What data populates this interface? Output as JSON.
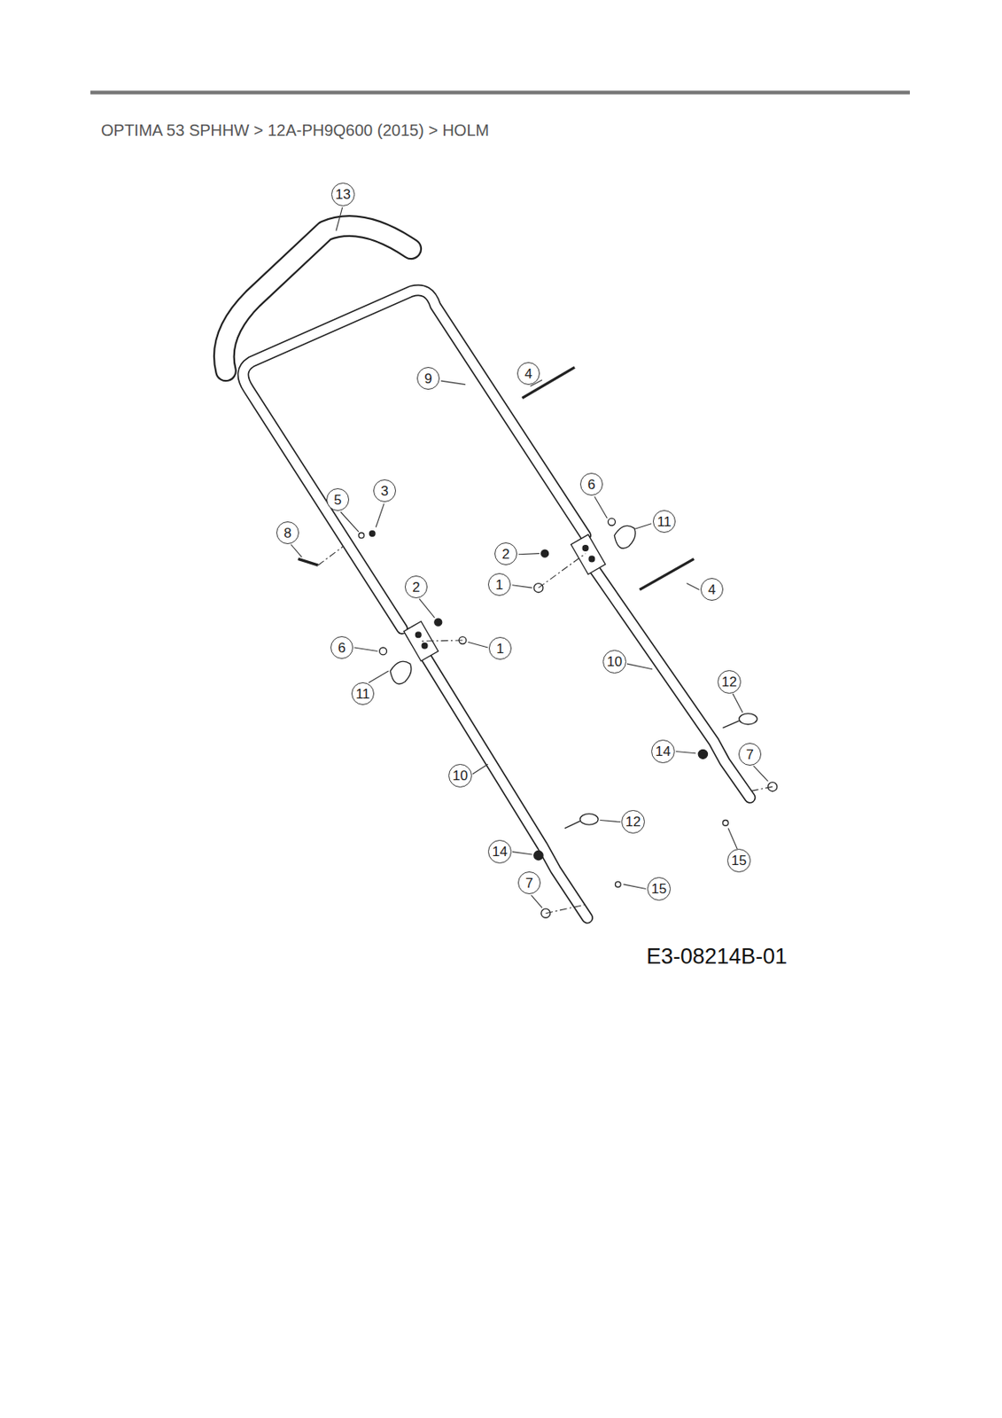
{
  "diagram": {
    "title": "OPTIMA 53 SPHHW  >  12A-PH9Q600 (2015)  >  HOLM",
    "nodes": [
      {
        "text": [
          "13"
        ]
      },
      {
        "text": [
          "4"
        ]
      },
      {
        "text": [
          "9"
        ]
      },
      {
        "text": [
          "6"
        ]
      },
      {
        "text": [
          "3"
        ]
      },
      {
        "text": [
          "5"
        ]
      },
      {
        "text": [
          "11"
        ]
      },
      {
        "text": [
          "8"
        ]
      },
      {
        "text": [
          "2"
        ]
      },
      {
        "text": [
          "1"
        ]
      },
      {
        "text": [
          "2"
        ]
      },
      {
        "text": [
          "4"
        ]
      },
      {
        "text": [
          "1"
        ]
      },
      {
        "text": [
          "6"
        ]
      },
      {
        "text": [
          "10"
        ]
      },
      {
        "text": [
          "11"
        ]
      },
      {
        "text": [
          "12"
        ]
      },
      {
        "text": [
          "7"
        ]
      },
      {
        "text": [
          "14"
        ]
      },
      {
        "text": [
          "10"
        ]
      },
      {
        "text": [
          "12"
        ]
      },
      {
        "text": [
          "14"
        ]
      },
      {
        "text": [
          "15"
        ]
      },
      {
        "text": [
          "7"
        ]
      },
      {
        "text": [
          "15"
        ]
      }
    ],
    "labels": [
      "E3-08214B-01"
    ]
  }
}
